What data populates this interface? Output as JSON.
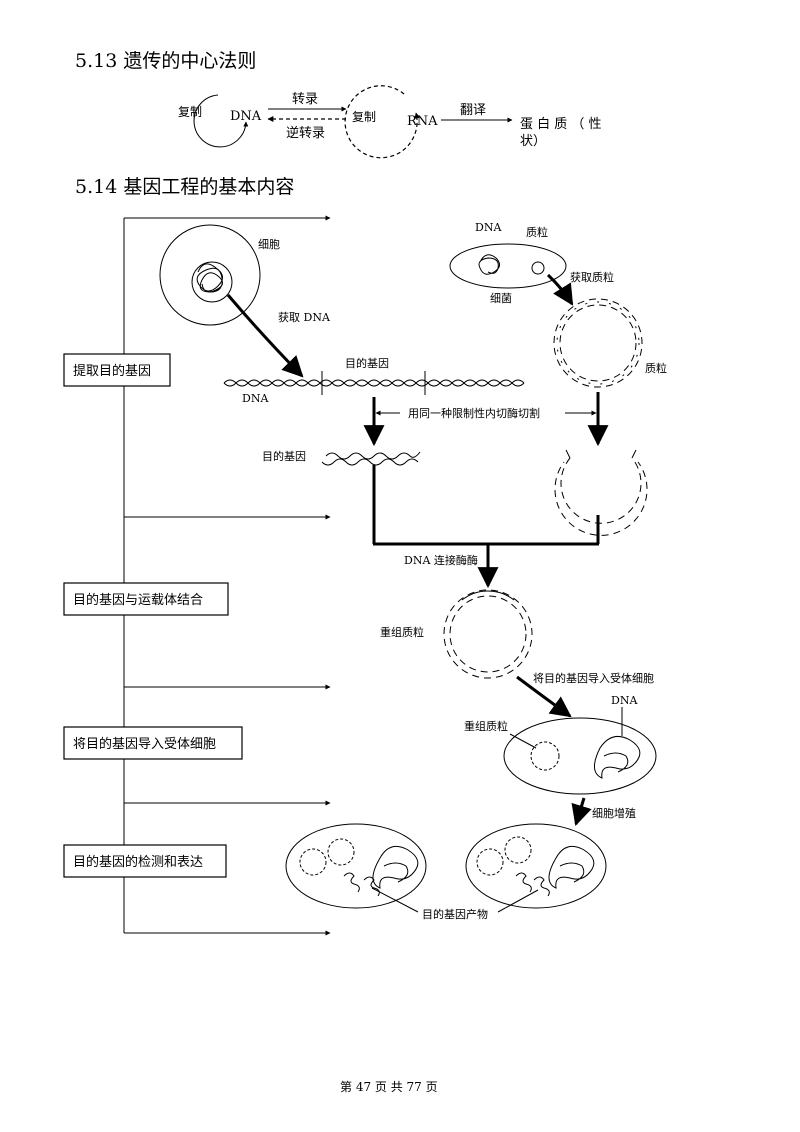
{
  "section_513": {
    "title": "5.13 遗传的中心法则",
    "replication_left": "复制",
    "dna": "DNA",
    "transcription": "转录",
    "reverse_transcription": "逆转录",
    "replication_right": "复制",
    "rna": "RNA",
    "translation": "翻译",
    "protein_line1": "蛋 白 质 （ 性",
    "protein_line2": "状）"
  },
  "section_514": {
    "title": "5.14 基因工程的基本内容",
    "steps": [
      "提取目的基因",
      "目的基因与运载体结合",
      "将目的基因导入受体细胞",
      "目的基因的检测和表达"
    ],
    "labels": {
      "cell": "细胞",
      "get_dna": "获取 DNA",
      "target_gene_top": "目的基因",
      "dna_strand": "DNA",
      "bacteria_dna": "DNA",
      "plasmid_top": "质粒",
      "bacteria": "细菌",
      "get_plasmid": "获取质粒",
      "plasmid_right": "质粒",
      "cut_enzyme": "用同一种限制性内切酶切割",
      "target_gene_cut": "目的基因",
      "ligase": "DNA 连接酶酶",
      "recombinant_plasmid": "重组质粒",
      "introduce": "将目的基因导入受体细胞",
      "recomb_in_cell": "重组质粒",
      "host_dna": "DNA",
      "proliferation": "细胞增殖",
      "gene_product": "目的基因产物"
    }
  },
  "footer": {
    "page": "第 47 页 共 77 页"
  }
}
